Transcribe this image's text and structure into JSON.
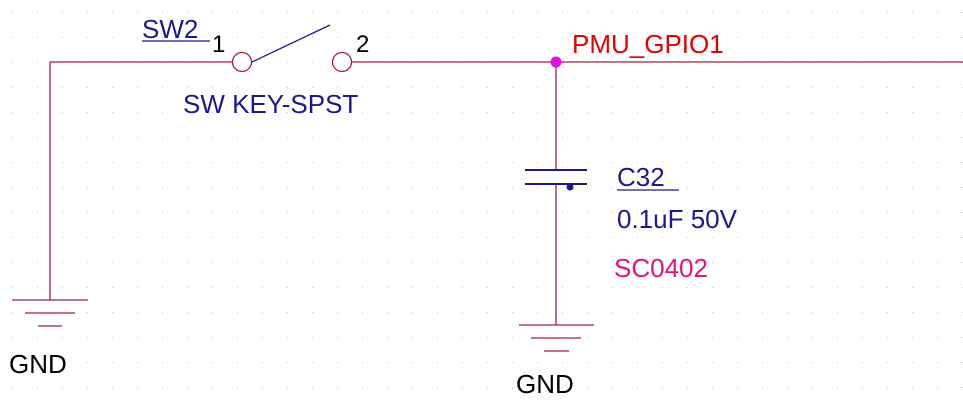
{
  "colors": {
    "background": "#ffffff",
    "grid_dot": "#c8c8c8",
    "wire": "#a0203c",
    "component": "#1a1a8c",
    "refdes": "#1a1a8c",
    "value": "#1a1a8c",
    "net_label": "#e60000",
    "footprint": "#e0147e",
    "junction": "#e010e0",
    "power_label": "#000000",
    "pin_number": "#000000"
  },
  "switch": {
    "refdes": "SW2",
    "value": "SW KEY-SPST",
    "pin1": "1",
    "pin2": "2"
  },
  "capacitor": {
    "refdes": "C32",
    "value": "0.1uF 50V",
    "footprint": "SC0402"
  },
  "net": {
    "name": "PMU_GPIO1"
  },
  "power": {
    "left": "GND",
    "right": "GND"
  }
}
